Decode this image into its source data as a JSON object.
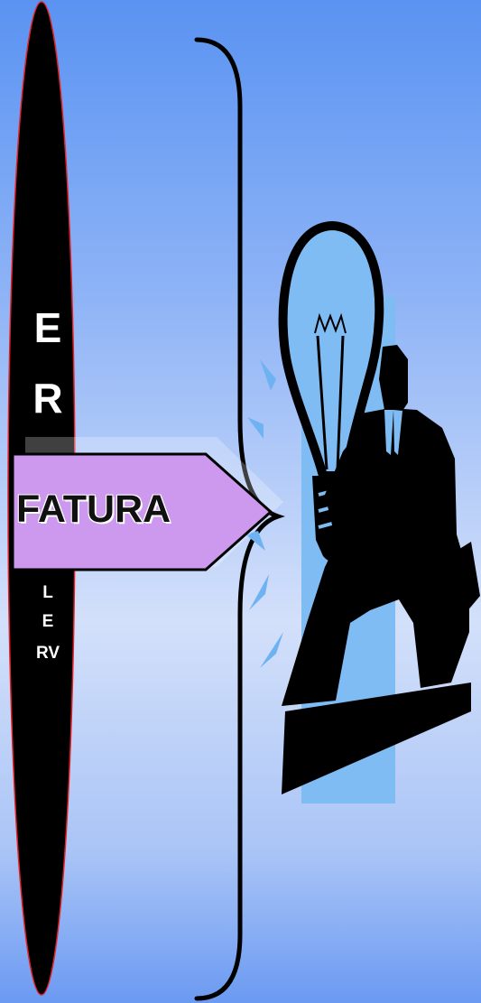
{
  "oval_letters": {
    "line1": "E",
    "line2": "R",
    "line3": "L",
    "line4": "E",
    "line5": "RV"
  },
  "arrow": {
    "label": "FATURA"
  },
  "colors": {
    "oval_fill": "#000000",
    "oval_outline": "#e3242b",
    "arrow_fill": "#cc99ee",
    "highlight_bar": "#7fbcf4"
  }
}
